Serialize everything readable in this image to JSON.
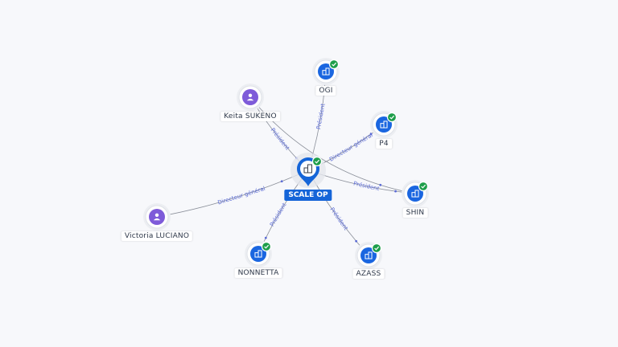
{
  "colors": {
    "company": "#1a66e0",
    "person": "#7e5bd9",
    "check": "#1e9e4a",
    "edge": "#8a8f99",
    "edge_label": "#5b6bd6",
    "center_badge": "#1565d8"
  },
  "center": {
    "id": "scaleop",
    "label": "SCALE OP",
    "icon": "building-icon"
  },
  "nodes": [
    {
      "id": "ogi",
      "label": "OGI",
      "type": "company",
      "icon": "building-icon",
      "verified": true
    },
    {
      "id": "p4",
      "label": "P4",
      "type": "company",
      "icon": "building-icon",
      "verified": true
    },
    {
      "id": "shin",
      "label": "SHIN",
      "type": "company",
      "icon": "building-icon",
      "verified": true
    },
    {
      "id": "azass",
      "label": "AZASS",
      "type": "company",
      "icon": "building-icon",
      "verified": true
    },
    {
      "id": "nonnetta",
      "label": "NONNETTA",
      "type": "company",
      "icon": "building-icon",
      "verified": true
    },
    {
      "id": "keita",
      "label": "Keita SUKENO",
      "type": "person",
      "icon": "person-icon",
      "verified": false
    },
    {
      "id": "victoria",
      "label": "Victoria LUCIANO",
      "type": "person",
      "icon": "person-icon",
      "verified": false
    }
  ],
  "edges": [
    {
      "from": "scaleop",
      "to": "ogi",
      "label": "Président"
    },
    {
      "from": "scaleop",
      "to": "p4",
      "label": "Directeur général"
    },
    {
      "from": "scaleop",
      "to": "shin",
      "label": "Président"
    },
    {
      "from": "scaleop",
      "to": "azass",
      "label": "Président"
    },
    {
      "from": "scaleop",
      "to": "nonnetta",
      "label": "Président"
    },
    {
      "from": "keita",
      "to": "scaleop",
      "label": "Président"
    },
    {
      "from": "victoria",
      "to": "scaleop",
      "label": "Directeur général"
    },
    {
      "from": "keita",
      "to": "shin",
      "label": ""
    }
  ]
}
